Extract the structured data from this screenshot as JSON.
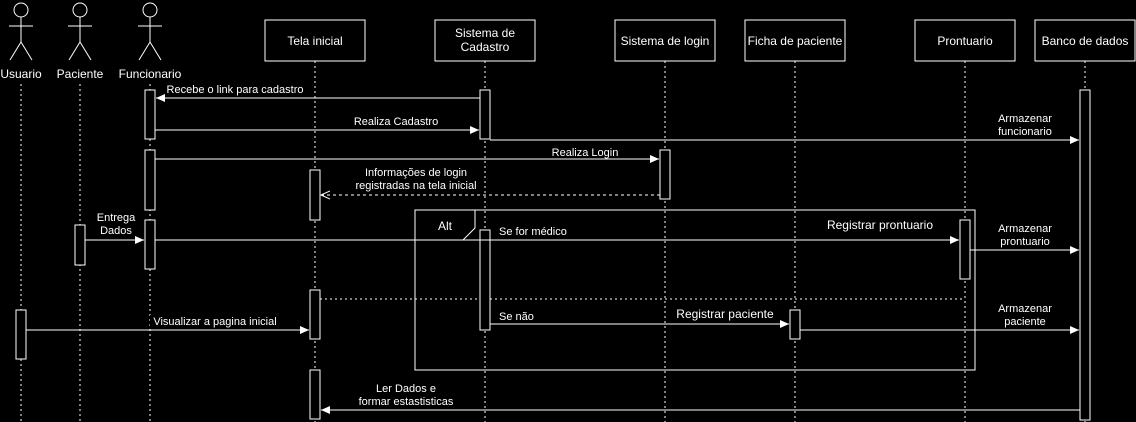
{
  "actors": [
    {
      "id": "usuario",
      "label": "Usuario"
    },
    {
      "id": "paciente",
      "label": "Paciente"
    },
    {
      "id": "funcionario",
      "label": "Funcionario"
    }
  ],
  "participants": [
    {
      "id": "tela",
      "lines": [
        "Tela inicial"
      ]
    },
    {
      "id": "sistema",
      "lines": [
        "Sistema de",
        "Cadastro"
      ]
    },
    {
      "id": "login",
      "lines": [
        "Sistema de login"
      ]
    },
    {
      "id": "ficha",
      "lines": [
        "Ficha de paciente"
      ]
    },
    {
      "id": "prontuario",
      "lines": [
        "Prontuario"
      ]
    },
    {
      "id": "banco",
      "lines": [
        "Banco de dados"
      ]
    }
  ],
  "fragment": {
    "label": "Alt"
  },
  "messages": {
    "recebe_link": [
      "Recebe o link para cadastro"
    ],
    "realiza_cadastro": [
      "Realiza Cadastro"
    ],
    "armazenar_funcionario": [
      "Armazenar",
      "funcionario"
    ],
    "realiza_login": [
      "Realiza Login"
    ],
    "info_login": [
      "Informações de login",
      "registradas na tela inicial"
    ],
    "entrega_dados": [
      "Entrega",
      "Dados"
    ],
    "se_for_medico": [
      "Se for médico"
    ],
    "registrar_prontuario": [
      "Registrar prontuario"
    ],
    "armazenar_prontuario": [
      "Armazenar",
      "prontuario"
    ],
    "visualizar": [
      "Visualizar a pagina inicial"
    ],
    "se_nao": [
      "Se não"
    ],
    "registrar_paciente": [
      "Registrar paciente"
    ],
    "armazenar_paciente": [
      "Armazenar",
      "paciente"
    ],
    "ler_dados": [
      "Ler Dados e",
      "formar estastisticas"
    ]
  }
}
